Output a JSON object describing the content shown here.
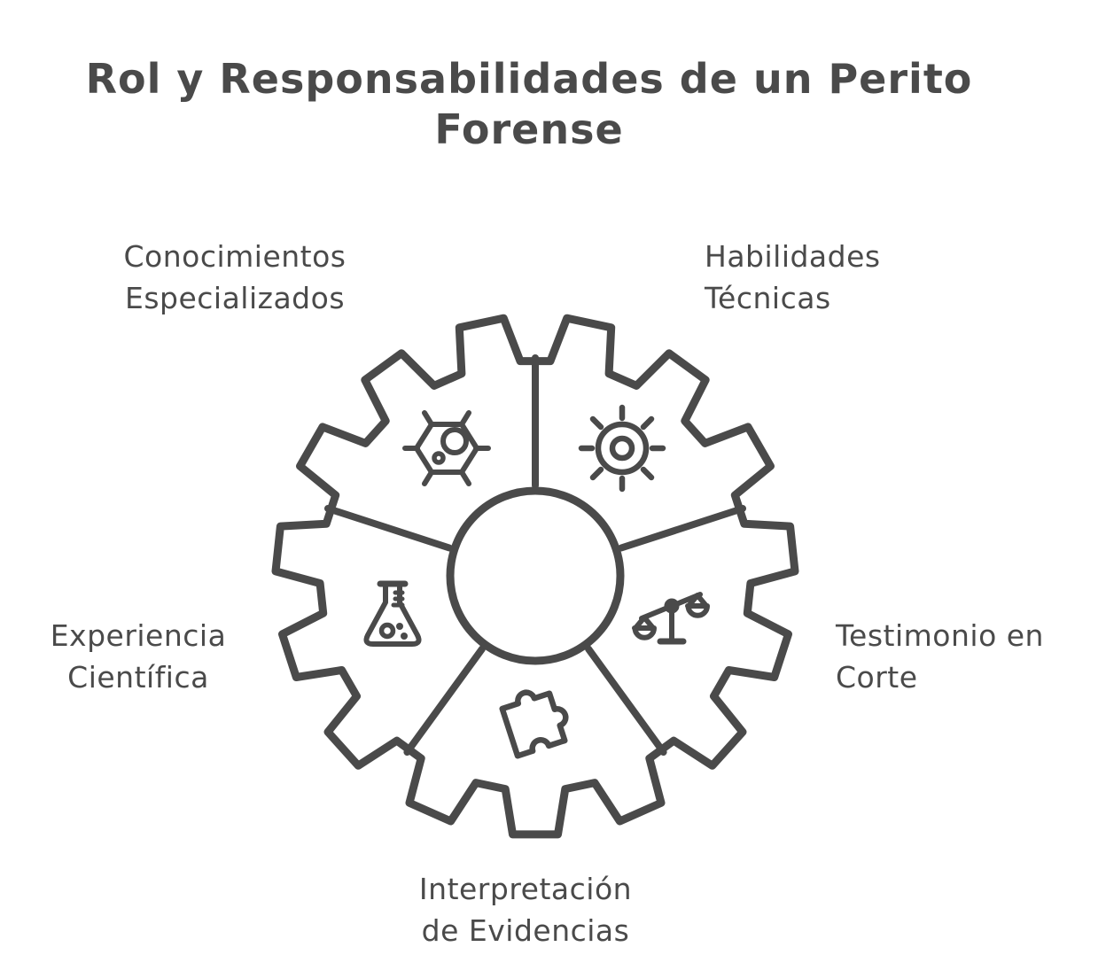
{
  "title": {
    "line1": "Rol y Responsabilidades de un Perito",
    "line2": "Forense",
    "full": "Rol y Responsabilidades de un Perito Forense"
  },
  "colors": {
    "ink": "#4a4a4a",
    "background": "#ffffff"
  },
  "diagram": {
    "type": "gear-infographic",
    "hub": "empty-circle",
    "segments": [
      {
        "id": "top-left",
        "label_line1": "Conocimientos",
        "label_line2": "Especializados",
        "icon": "microbe-icon"
      },
      {
        "id": "top-right",
        "label_line1": "Habilidades",
        "label_line2": "Técnicas",
        "icon": "sun-gear-icon"
      },
      {
        "id": "right",
        "label_line1": "Testimonio en",
        "label_line2": "Corte",
        "icon": "scales-of-justice-icon"
      },
      {
        "id": "bottom",
        "label_line1": "Interpretación",
        "label_line2": "de Evidencias",
        "icon": "puzzle-piece-icon"
      },
      {
        "id": "left",
        "label_line1": "Experiencia",
        "label_line2": "Científica",
        "icon": "flask-icon"
      }
    ]
  }
}
